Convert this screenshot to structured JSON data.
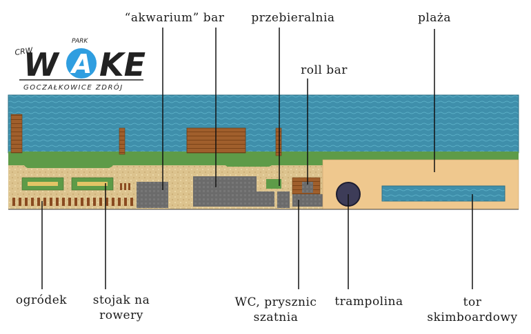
{
  "logo": {
    "crew": "CRW",
    "park": "PARK",
    "brand_w": "W",
    "brand_a": "A",
    "brand_ke": "KE",
    "subtitle": "GOCZAŁKOWICE ZDRÓJ"
  },
  "labels": {
    "akwarium_bar": "“akwarium” bar",
    "przebieralnia": "przebieralnia",
    "plaza": "plaża",
    "roll_bar": "roll bar",
    "ogrodek": "ogródek",
    "stojak_line1": "stojak na",
    "stojak_line2": "rowery",
    "wc_line1": "WC, prysznic",
    "wc_line2": "szatnia",
    "trampolina": "trampolina",
    "tor_line1": "tor",
    "tor_line2": "skimboardowy"
  },
  "colors": {
    "water": "#3e8faa",
    "grass": "#5e9b48",
    "sand": "#e8c890",
    "beach": "#efc88e",
    "paving": "#d9c28c",
    "building": "#6a6a6a",
    "deck": "#9a5a2a",
    "trampoline": "#3a3a5a",
    "logo_blue": "#2f9ee0",
    "logo_dark": "#222222"
  }
}
